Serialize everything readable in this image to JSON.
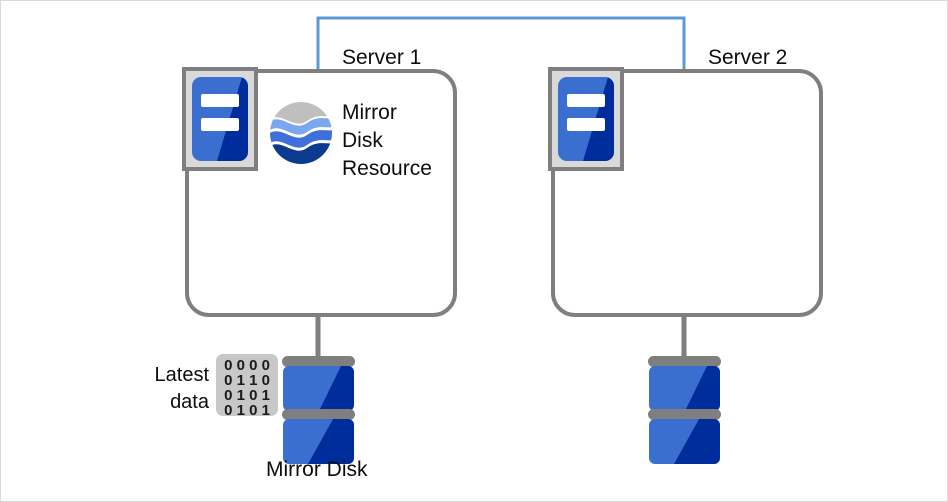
{
  "diagram": {
    "title_hidden": "",
    "colors": {
      "link_blue": "#5b9bd5",
      "box_gray": "#808080",
      "icon_frame_gray": "#7f7f7f",
      "icon_frame_fill": "#d9d9d9",
      "blue_light": "#3a6fd0",
      "blue_mid": "#2e5fc0",
      "blue_dark": "#002d9c",
      "disk_bar_gray": "#7f7f7f",
      "data_box_fill": "#c8c8c8",
      "text": "#0d0d0d",
      "globe_gray": "#bfbfbf",
      "globe_light": "#7ba7ef",
      "globe_mid": "#3f6fd8",
      "globe_dark": "#0b3a8f"
    },
    "nodes": [
      {
        "id": "server1",
        "label": "Server 1",
        "resource_label": "Mirror\nDisk\nResource",
        "resource_lines": [
          "Mirror",
          "Disk",
          "Resource"
        ],
        "disk_label": "Mirror Disk",
        "has_resource": true,
        "has_data_badge": true
      },
      {
        "id": "server2",
        "label": "Server 2",
        "resource_label": "",
        "resource_lines": [],
        "disk_label": "",
        "has_resource": false,
        "has_data_badge": false
      }
    ],
    "data_badge": {
      "caption_lines": [
        "Latest",
        "data"
      ],
      "caption": "Latest\ndata",
      "bits": [
        "0 0 0 0",
        "0 1 1 0",
        "0 1 0 1",
        "0 1 0 1"
      ],
      "bit_rows": [
        [
          "0",
          "0",
          "0",
          "0"
        ],
        [
          "0",
          "1",
          "1",
          "0"
        ],
        [
          "0",
          "1",
          "0",
          "1"
        ],
        [
          "0",
          "1",
          "0",
          "1"
        ]
      ]
    },
    "labels": {
      "server1": "Server 1",
      "server2": "Server 2",
      "mirror_disk_resource_l1": "Mirror",
      "mirror_disk_resource_l2": "Disk",
      "mirror_disk_resource_l3": "Resource",
      "mirror_disk": "Mirror Disk",
      "latest_l1": "Latest",
      "latest_l2": "data",
      "bits_r1": "0 0 0 0",
      "bits_r2": "0 1 1 0",
      "bits_r3": "0 1 0 1",
      "bits_r4": "0 1 0 1"
    },
    "icons": {
      "server": "server-icon",
      "resource": "globe-icon",
      "disk": "disk-stack-icon",
      "data": "binary-data-icon",
      "link": "mirror-link-connector"
    }
  }
}
